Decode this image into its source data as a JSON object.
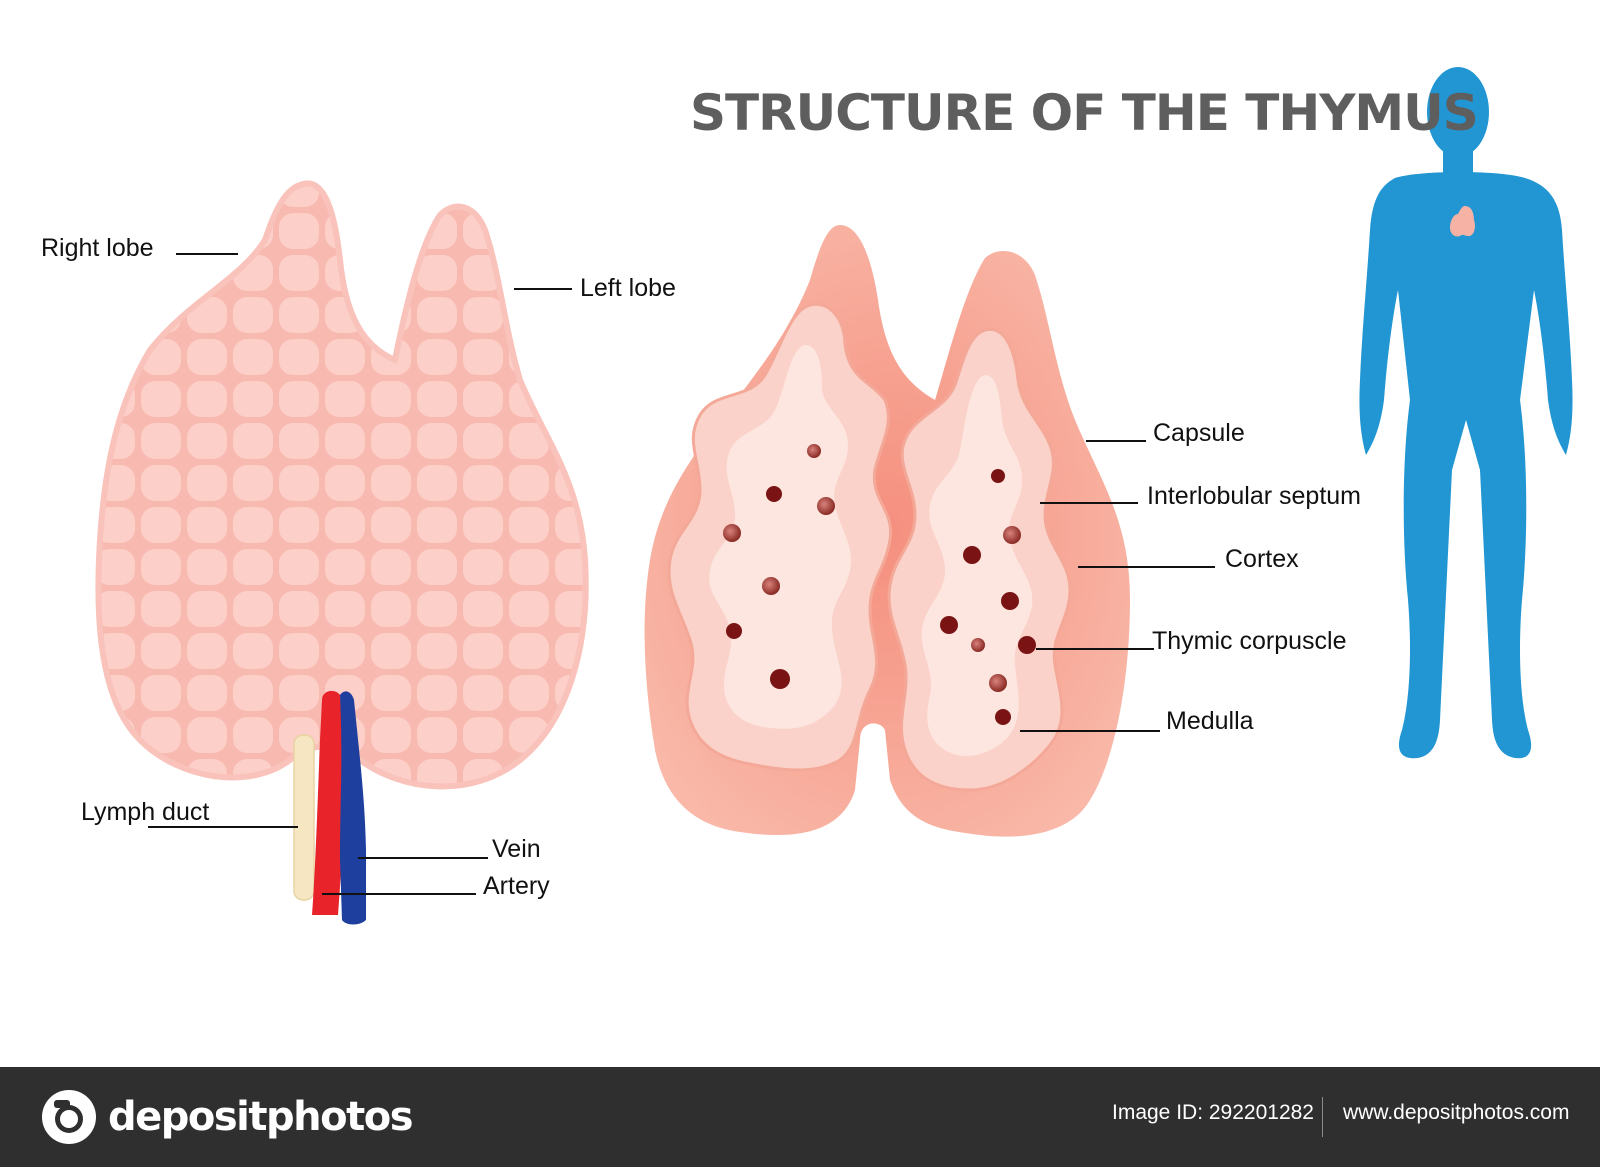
{
  "title": "STRUCTURE OF THE THYMUS",
  "labels": {
    "right_lobe": "Right lobe",
    "left_lobe": "Left lobe",
    "lymph_duct": "Lymph duct",
    "vein": "Vein",
    "artery": "Artery",
    "capsule": "Capsule",
    "interlobular_septum": "Interlobular septum",
    "cortex": "Cortex",
    "thymic_corpuscle": "Thymic corpuscle",
    "medulla": "Medulla"
  },
  "footer": {
    "brand": "depositphotos",
    "image_id": "Image ID: 292201282",
    "url": "www.depositphotos.com"
  },
  "colors": {
    "lobe_pink": "#f9c3bb",
    "capsule": "#f7a89b",
    "cortex": "#fbcfc6",
    "medulla": "#fde3dd",
    "corpuscle": "#8a1c1c",
    "artery": "#e8232a",
    "vein": "#1f3f9e",
    "lymph": "#f6e6c2",
    "silhouette": "#2196d3",
    "title_gray": "#5e5e5e",
    "footer_bg": "#2f2f2f"
  }
}
